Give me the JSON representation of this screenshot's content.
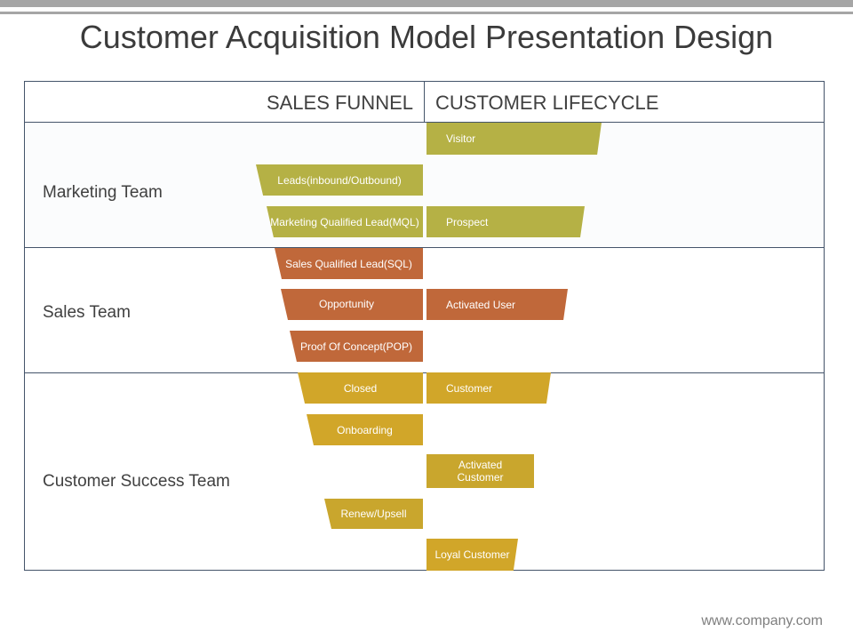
{
  "title": "Customer Acquisition Model Presentation Design",
  "headers": {
    "sales_funnel": "SALES FUNNEL",
    "customer_lifecycle": "CUSTOMER LIFECYCLE"
  },
  "teams": {
    "marketing": "Marketing Team",
    "sales": "Sales Team",
    "customer_success": "Customer Success Team"
  },
  "funnel": [
    {
      "label": "Leads(inbound/Outbound)",
      "color": "#b5b145"
    },
    {
      "label": "Marketing Qualified Lead(MQL)",
      "color": "#b5b145"
    },
    {
      "label": "Sales Qualified Lead(SQL)",
      "color": "#c0683a"
    },
    {
      "label": "Opportunity",
      "color": "#c0683a"
    },
    {
      "label": "Proof Of Concept(POP)",
      "color": "#c0683a"
    },
    {
      "label": "Closed",
      "color": "#d1a629"
    },
    {
      "label": "Onboarding",
      "color": "#d1a629"
    },
    {
      "label": "Renew/Upsell",
      "color": "#c9a62d"
    }
  ],
  "lifecycle": [
    {
      "label": "Visitor",
      "color": "#b5b145"
    },
    {
      "label": "Prospect",
      "color": "#b5b145"
    },
    {
      "label": "Activated User",
      "color": "#c0683a"
    },
    {
      "label": "Customer",
      "color": "#d1a629"
    },
    {
      "label": "Activated Customer",
      "color": "#c9a62d"
    },
    {
      "label": "Loyal Customer",
      "color": "#d1a629"
    }
  ],
  "footer": "www.company.com"
}
